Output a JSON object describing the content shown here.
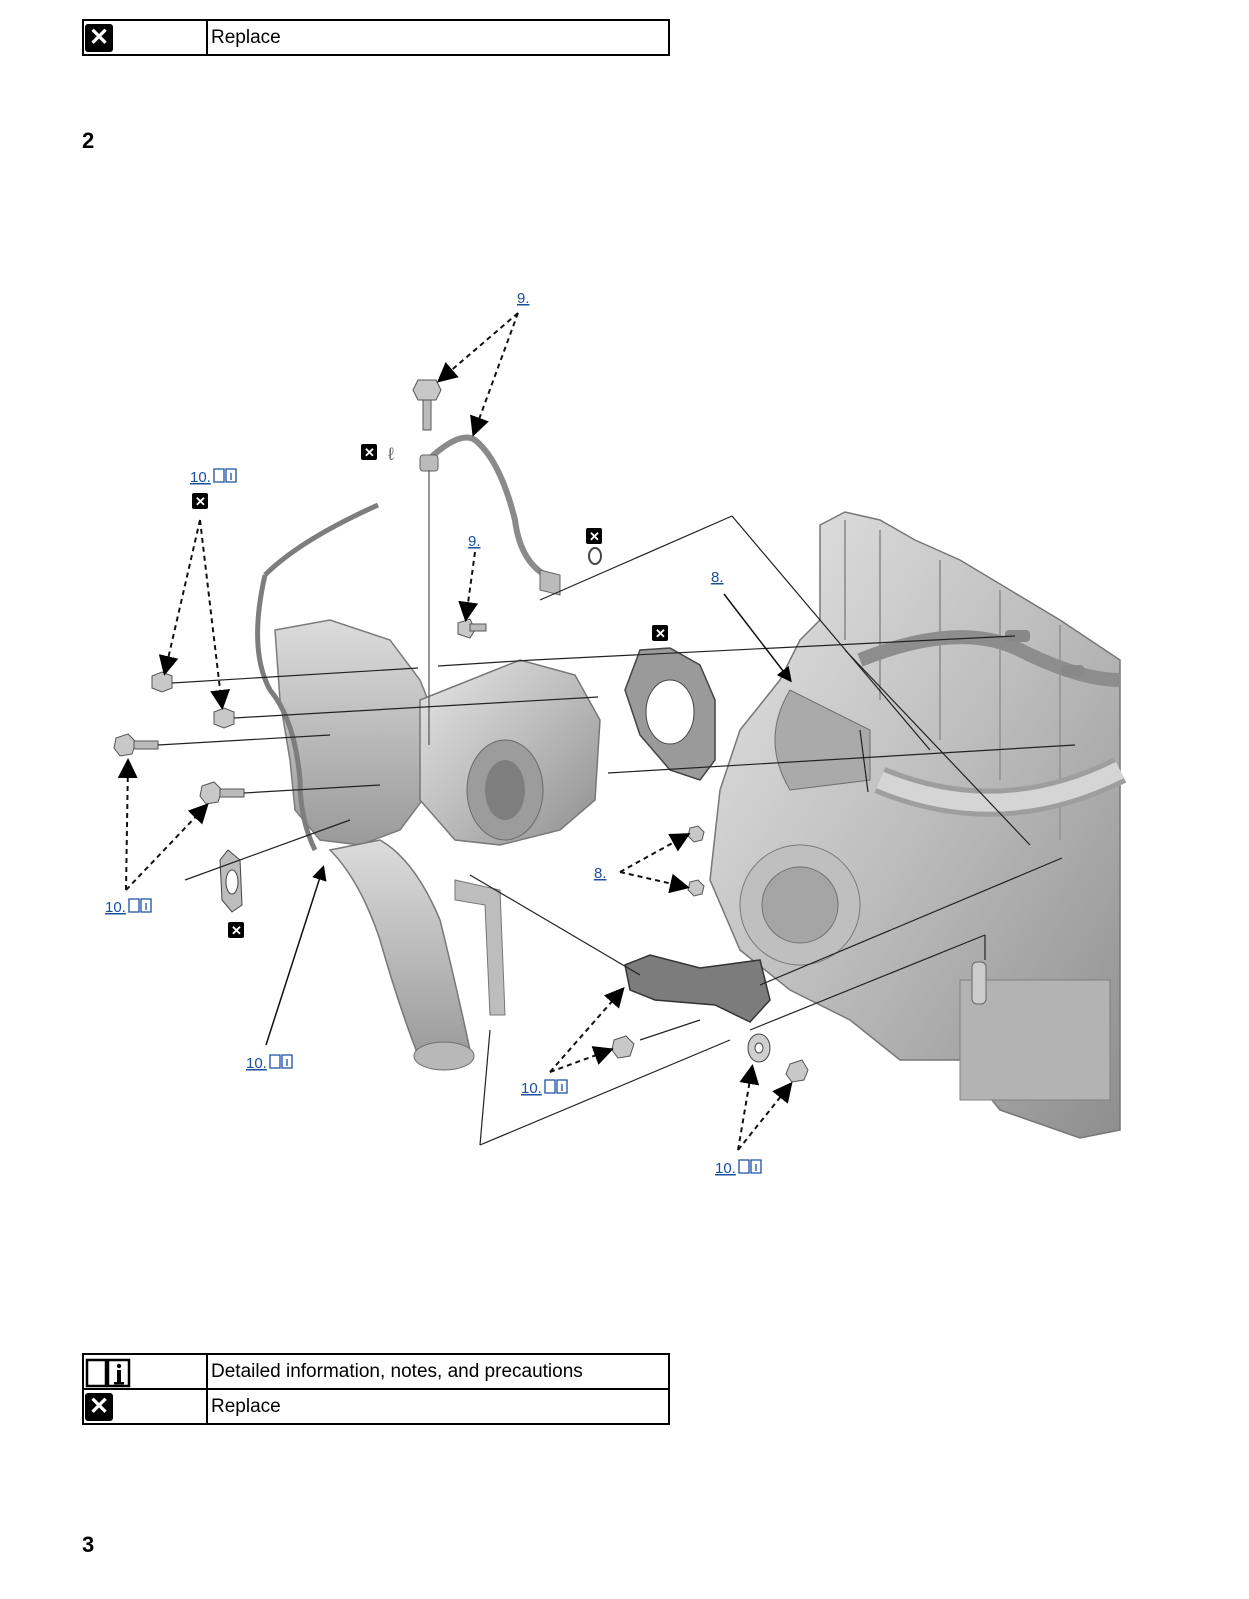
{
  "legend_top": {
    "rows": [
      {
        "icon": "replace-icon",
        "symbol": "✕",
        "text": "Replace"
      }
    ]
  },
  "sections": {
    "section_2": "2",
    "section_3": "3"
  },
  "diagram": {
    "callouts": {
      "c9_top": "9.",
      "c9_mid": "9.",
      "c8_top": "8.",
      "c8_bottom": "8.",
      "c10_upper_left": "10.",
      "c10_left": "10.",
      "c10_bottom_left": "10.",
      "c10_bottom_mid": "10.",
      "c10_bottom_right": "10."
    },
    "replace_marker_symbol": "✕"
  },
  "legend_bottom": {
    "rows": [
      {
        "icon": "info-book-icon",
        "text": "Detailed information, notes, and precautions"
      },
      {
        "icon": "replace-icon",
        "symbol": "✕",
        "text": "Replace"
      }
    ]
  },
  "colors": {
    "callout_link": "#1a4fa0",
    "part_gray": "#c9c9c9",
    "part_dark": "#8a8a8a"
  }
}
